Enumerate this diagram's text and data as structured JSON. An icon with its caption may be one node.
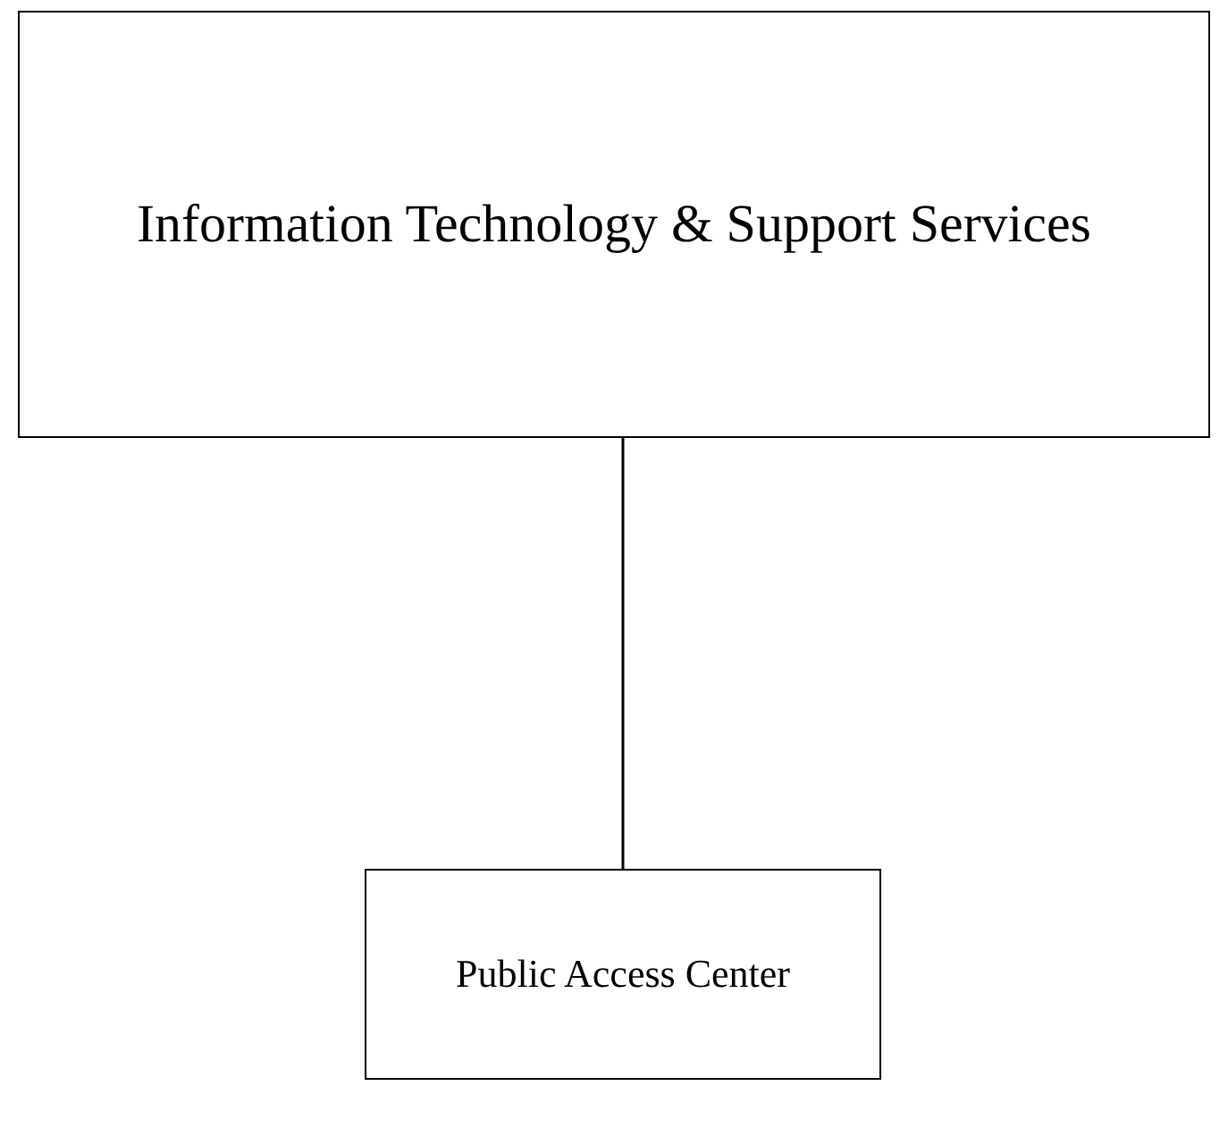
{
  "diagram": {
    "nodes": [
      {
        "text": [
          "Information Technology & Support Services"
        ]
      },
      {
        "text": [
          "Public Access Center"
        ]
      }
    ],
    "edges": [
      {
        "from": 0,
        "to": 1,
        "arrow": "none"
      }
    ]
  }
}
